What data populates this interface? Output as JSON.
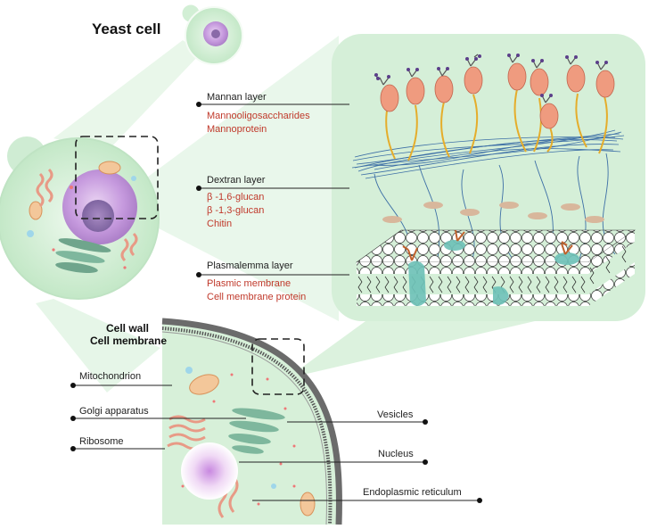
{
  "title": "Yeast cell",
  "cell_wall_label": "Cell wall",
  "cell_membrane_label": "Cell membrane",
  "layers": {
    "mannan": {
      "name": "Mannan layer",
      "items": [
        "Mannooligosaccharides",
        "Mannoprotein"
      ]
    },
    "dextran": {
      "name": "Dextran layer",
      "items": [
        "β -1,6-glucan",
        "β -1,3-glucan",
        "Chitin"
      ]
    },
    "plasmalemma": {
      "name": "Plasmalemma layer",
      "items": [
        "Plasmic membrane",
        "Cell membrane protein"
      ]
    }
  },
  "organelles_left": [
    "Mitochondrion",
    "Golgi apparatus",
    "Ribosome"
  ],
  "organelles_right": [
    "Vesicles",
    "Nucleus",
    "Endoplasmic reticulum"
  ],
  "colors": {
    "cytoplasm": "#d7f0d9",
    "nucleus": "#b98ad0",
    "mannoprotein": "#ef9b7f",
    "membrane_protein": "#6fc2b8",
    "label_red": "#c0392b",
    "wall": "#6b6b6b"
  }
}
